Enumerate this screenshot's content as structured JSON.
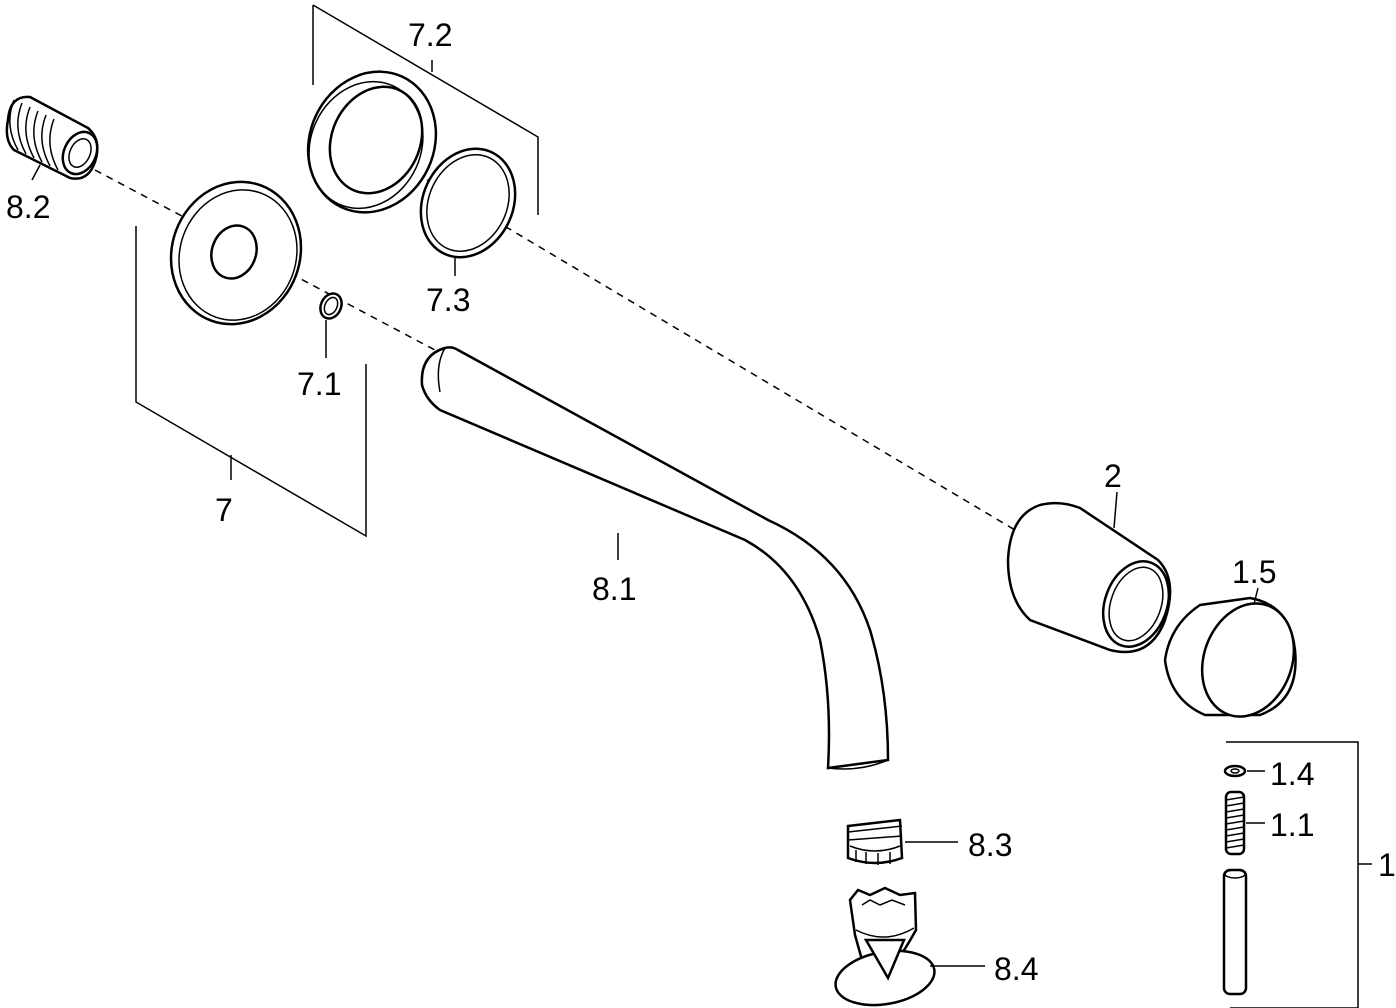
{
  "labels": {
    "l_8_2": "8.2",
    "l_7_2": "7.2",
    "l_7_3": "7.3",
    "l_7_1": "7.1",
    "l_7": "7",
    "l_8_1": "8.1",
    "l_2": "2",
    "l_1_5": "1.5",
    "l_1_4": "1.4",
    "l_1_1": "1.1",
    "l_1": "1",
    "l_8_3": "8.3",
    "l_8_4": "8.4"
  }
}
